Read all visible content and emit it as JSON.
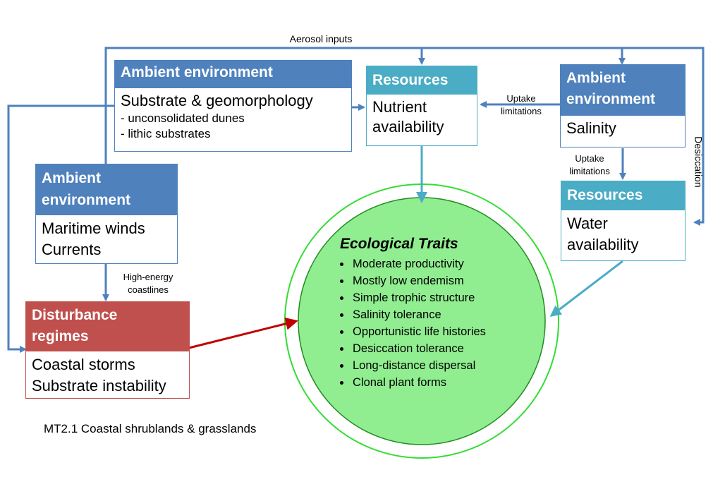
{
  "labels": {
    "aerosol": "Aerosol inputs",
    "uptake1_line1": "Uptake",
    "uptake1_line2": "limitations",
    "uptake2_line1": "Uptake",
    "uptake2_line2": "limitations",
    "desiccation": "Desiccation",
    "high_energy_line1": "High-energy",
    "high_energy_line2": "coastlines"
  },
  "boxes": {
    "ambient_substrate": {
      "header": "Ambient environment",
      "line1": "Substrate & geomorphology",
      "line2": "- unconsolidated dunes",
      "line3": "- lithic substrates"
    },
    "resources_nutrient": {
      "header": "Resources",
      "line1": "Nutrient",
      "line2": "availability"
    },
    "ambient_salinity": {
      "header_line1": "Ambient",
      "header_line2": "environment",
      "line1": "Salinity"
    },
    "ambient_maritime": {
      "header_line1": "Ambient",
      "header_line2": "environment",
      "line1": "Maritime winds",
      "line2": "Currents"
    },
    "resources_water": {
      "header": "Resources",
      "line1": "Water",
      "line2": "availability"
    },
    "disturbance": {
      "header_line1": "Disturbance",
      "header_line2": "regimes",
      "line1": "Coastal storms",
      "line2": "Substrate instability"
    }
  },
  "traits": {
    "title": "Ecological Traits",
    "items": [
      "Moderate productivity",
      "Mostly low endemism",
      "Simple trophic structure",
      "Salinity tolerance",
      "Opportunistic life histories",
      "Desiccation tolerance",
      "Long-distance dispersal",
      "Clonal plant forms"
    ]
  },
  "caption": "MT2.1 Coastal shrublands & grasslands",
  "colors": {
    "blue_header": "#4f81bd",
    "teal_header": "#4bacc6",
    "red_header": "#c0504d",
    "circle_fill": "#90ee90",
    "circle_ring": "#33dd33",
    "arrow_blue": "#4f81bd",
    "arrow_teal": "#4bacc6",
    "arrow_red": "#c00000"
  }
}
